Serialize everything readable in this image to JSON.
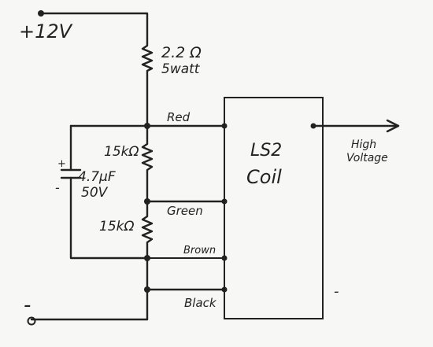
{
  "supply": {
    "positive_label": "+12V",
    "negative_label": "-"
  },
  "series_resistor": {
    "value": "2.2 Ω",
    "rating": "5watt"
  },
  "capacitor": {
    "plus": "+",
    "minus": "-",
    "value": "4.7μF",
    "voltage": "50V"
  },
  "divider": {
    "upper_resistor": "15kΩ",
    "lower_resistor": "15kΩ"
  },
  "wires": {
    "red": "Red",
    "green": "Green",
    "brown": "Brown",
    "black": "Black"
  },
  "coil": {
    "line1": "LS2",
    "line2": "Coil",
    "minus": "-"
  },
  "output": {
    "line1": "High",
    "line2": "Voltage"
  }
}
